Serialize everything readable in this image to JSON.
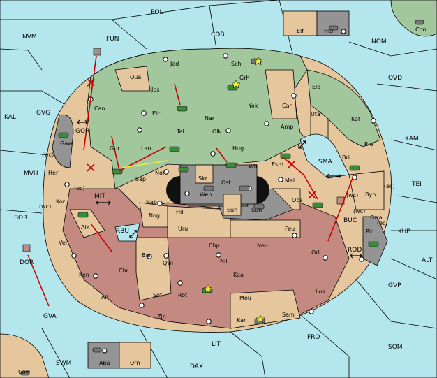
{
  "regions": {
    "POL": "POL",
    "NVM": "NVM",
    "FUN": "FUN",
    "COB": "COB",
    "NOM": "NOM",
    "OVD": "OVD",
    "KAL": "KAL",
    "GVG": "GVG",
    "KAM": "KAM",
    "TEI": "TEI",
    "MVU": "MVU",
    "BOR": "BOR",
    "KUP": "KUP",
    "ALT": "ALT",
    "GVP": "GVP",
    "SOM": "SOM",
    "FRO": "FRO",
    "LIT": "LIT",
    "DAX": "DAX",
    "SWM": "SWM",
    "GVA": "GVA",
    "MIT": "MIT",
    "RBU": "RBU",
    "SMA": "SMA",
    "BUC": "BUC",
    "ROD": "ROD",
    "GOR": "GOR",
    "DOR": "DOR",
    "Elf": "Elf",
    "Hel": "Hel",
    "Con": "Con",
    "Cow": "Cow",
    "Aba": "Aba",
    "Orn": "Orn",
    "Jad": "Jad",
    "Sch": "Sch",
    "Qua": "Qua",
    "Jos": "Jos",
    "Grh": "Grh",
    "Eld": "Eld",
    "Can": "Can",
    "Yok": "Yok",
    "Car": "Car",
    "Uta": "Uta",
    "Kat": "Kat",
    "Elc": "Elc",
    "Nar": "Nar",
    "Tel": "Tel",
    "Olk": "Olk",
    "Amp": "Amp",
    "Rie": "Rie",
    "Gaw": "Gaw",
    "Gur": "Gur",
    "Lan": "Lan",
    "Hug": "Hug",
    "Esm": "Esm",
    "Bri": "Bri",
    "Her": "Her",
    "Nor": "Nor",
    "Sap": "Sap",
    "Skr": "Skr",
    "Ost": "Ost",
    "Web": "Web",
    "Wil": "Wil",
    "Mel": "Mel",
    "Byn": "Byn",
    "Kor": "Kor",
    "Nab": "Nab",
    "Eun": "Eun",
    "Sun": "Sun",
    "Obs": "Obs",
    "Gwa": "Gwa",
    "Hil": "Hil",
    "Nog": "Nog",
    "Aik": "Aik",
    "Uru": "Uru",
    "Feu": "Feu",
    "Pir": "Pir",
    "Ver": "Ver",
    "Chp": "Chp",
    "Neu": "Neu",
    "Orl": "Orl",
    "Bar": "Bar",
    "Qwi": "Qwi",
    "Nil": "Nil",
    "Ken": "Ken",
    "Chr": "Chr",
    "Kaa": "Kaa",
    "Ail": "Ail",
    "Sot": "Sot",
    "Rot": "Rot",
    "Mou": "Mou",
    "Los": "Los",
    "Zin": "Zin",
    "Sam": "Sam",
    "Kar": "Kar"
  },
  "coast": {
    "wc": "(wc)",
    "ec": "(ec)"
  },
  "colors": {
    "sea": "#b4e6ee",
    "green_power": "#a3c79d",
    "tan_neutral": "#e6c79d",
    "red_power": "#c48a82",
    "gray_power": "#949494"
  }
}
